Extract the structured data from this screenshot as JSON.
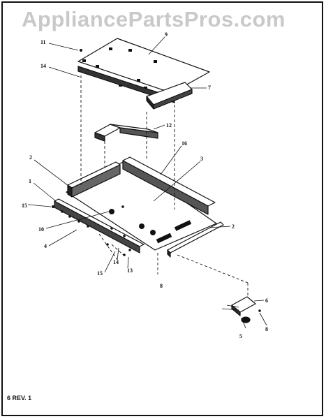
{
  "watermark": "AppliancePartsPros.com",
  "revision": "6 REV. 1",
  "callouts": {
    "c9": "9",
    "c11": "11",
    "c14a": "14",
    "c7": "7",
    "c12": "12",
    "c16": "16",
    "c3": "3",
    "c2a": "2",
    "c1": "1",
    "c15a": "15",
    "c10": "10",
    "c4": "4",
    "c2b": "2",
    "c14b": "14",
    "c15b": "15",
    "c13": "13",
    "c8a": "8",
    "c6": "6",
    "c5": "5",
    "c8b": "8"
  }
}
